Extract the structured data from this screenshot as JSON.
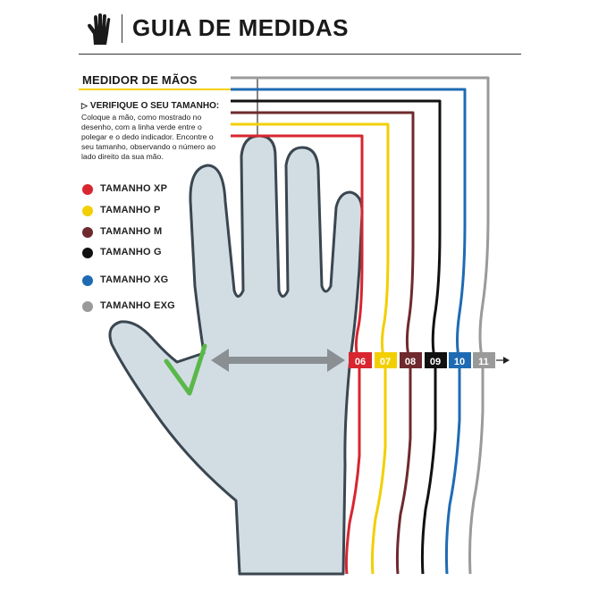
{
  "header": {
    "title": "GUIA DE MEDIDAS",
    "icon": "hand-icon"
  },
  "section": {
    "title": "MEDIDOR DE MÃOS",
    "verify_title": "VERIFIQUE O SEU TAMANHO:",
    "instructions": "Coloque a mão, como mostrado no desenho, com a linha verde entre o polegar e o dedo indicador. Encontre o seu tamanho, observando o número ao lado direito da sua mão."
  },
  "sizes": [
    {
      "label": "TAMANHO XP",
      "number": "06",
      "color": "#d7262f"
    },
    {
      "label": "TAMANHO P",
      "number": "07",
      "color": "#f2cf00"
    },
    {
      "label": "TAMANHO M",
      "number": "08",
      "color": "#6e2a2e"
    },
    {
      "label": "TAMANHO G",
      "number": "09",
      "color": "#111111"
    },
    {
      "label": "TAMANHO XG",
      "number": "10",
      "color": "#1f6bb3"
    },
    {
      "label": "TAMANHO EXG",
      "number": "11",
      "color": "#9a9a9a"
    }
  ],
  "colors": {
    "hand_fill": "#d2dde3",
    "hand_stroke": "#3a4650",
    "arrow": "#8a8f94",
    "guide_line": "#5ab84a"
  }
}
